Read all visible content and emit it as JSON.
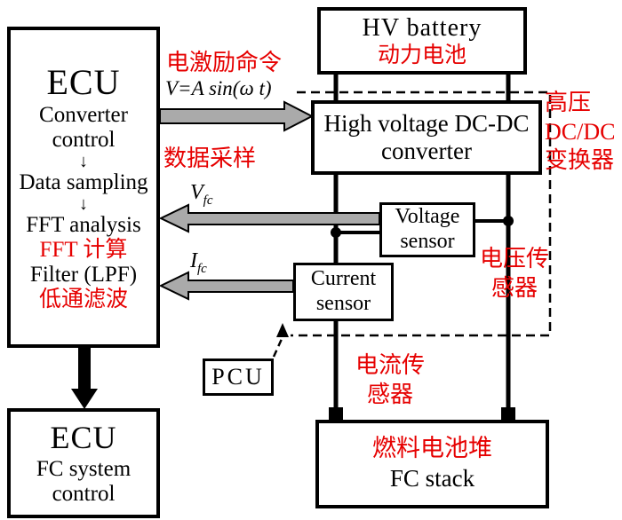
{
  "colors": {
    "red": "#e60000",
    "arrow_gray": "#aaaaaa",
    "line_black": "#000000",
    "background": "#ffffff"
  },
  "ecu_top": {
    "title": "ECU",
    "line_converter_1": "Converter",
    "line_converter_2": "control",
    "down_arrow_1": "↓",
    "line_sampling": "Data sampling",
    "down_arrow_2": "↓",
    "line_fft": "FFT analysis",
    "line_fft_cn": "FFT 计算",
    "line_filter": "Filter (LPF)",
    "line_filter_cn": "低通滤波"
  },
  "hv_battery": {
    "title": "HV battery",
    "title_cn": "动力电池"
  },
  "dcdc": {
    "line1": "High voltage DC-DC",
    "line2": "converter"
  },
  "voltage_sensor": {
    "line1": "Voltage",
    "line2": "sensor"
  },
  "current_sensor": {
    "line1": "Current",
    "line2": "sensor"
  },
  "pcu": {
    "title": "PCU"
  },
  "fc_stack": {
    "title_cn": "燃料电池堆",
    "title": "FC stack"
  },
  "ecu_bottom": {
    "title": "ECU",
    "line1": "FC system",
    "line2": "control"
  },
  "labels": {
    "excitation_cmd": "电激励命令",
    "excitation_formula": "V=A sin(ω t)",
    "data_sampling": "数据采样",
    "vfc_main": "V",
    "vfc_sub": "fc",
    "ifc_main": "I",
    "ifc_sub": "fc",
    "dcdc_cn_1": "高压",
    "dcdc_cn_2": "DC/DC",
    "dcdc_cn_3": "变换器",
    "voltage_cn_1": "电压传",
    "voltage_cn_2": "感器",
    "current_cn_1": "电流传",
    "current_cn_2": "感器"
  }
}
